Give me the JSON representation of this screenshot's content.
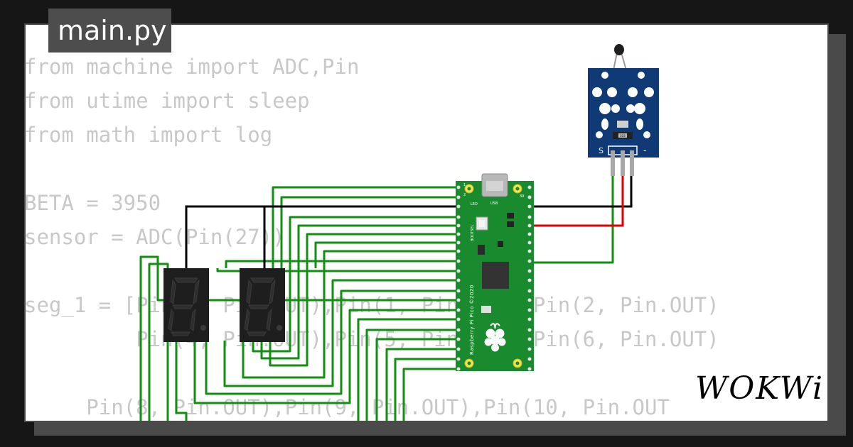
{
  "tab": {
    "title": "main.py"
  },
  "code": {
    "lines": [
      "from machine import ADC,Pin",
      "from utime import sleep",
      "from math import log",
      "",
      "BETA = 3950",
      "sensor = ADC(Pin(27))",
      "",
      "seg_1 = [Pin(0, Pin.OUT),Pin(1, Pin.OUT),Pin(2, Pin.OUT)",
      "         Pin(4, Pin.OUT),Pin(5, Pin.OUT),Pin(6, Pin.OUT)",
      "",
      "     Pin(8, Pin.OUT),Pin(9, Pin.OUT),Pin(10, Pin.OUT"
    ]
  },
  "brand": {
    "logo": "WOKWi"
  },
  "pico": {
    "label": "Raspberry Pi Pico ©2020",
    "bootsel": "BOOTSEL",
    "led": "LED",
    "usb": "USB",
    "pin1": "1",
    "pin2": "2",
    "pin39": "39"
  },
  "sensor": {
    "s_label": "S",
    "minus_label": "-",
    "resistor": "103"
  },
  "colors": {
    "wire_green": "#118f11",
    "wire_black": "#000000",
    "wire_red": "#e00000",
    "pcb_green": "#1a8a2e",
    "sensor_blue": "#103a75"
  }
}
